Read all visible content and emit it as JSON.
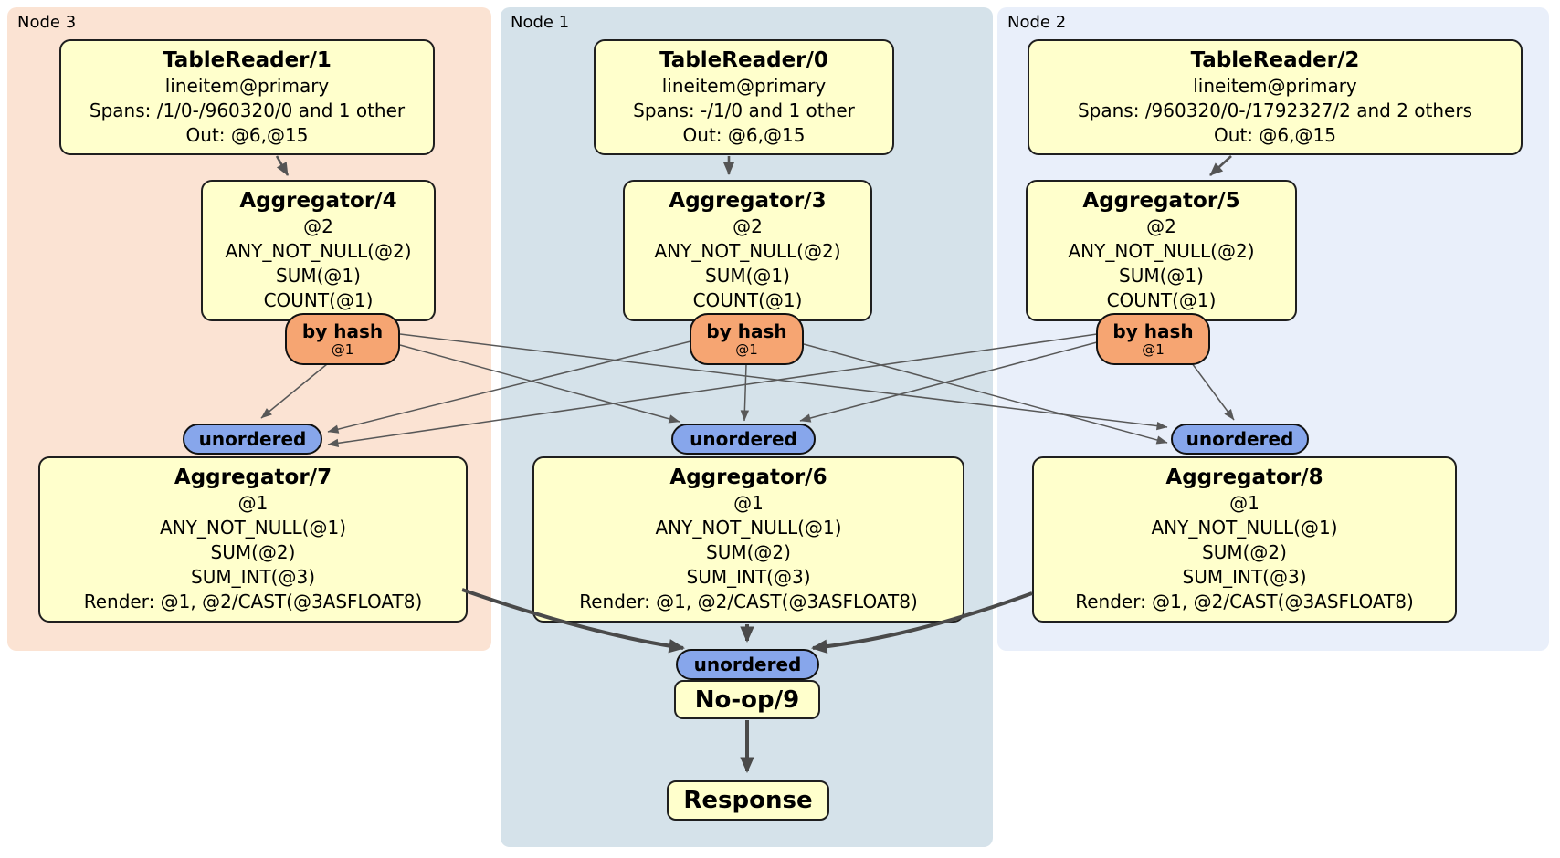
{
  "diagram": {
    "kind": "distributed-sql-plan",
    "node_groups": [
      {
        "id": "node3",
        "label": "Node 3",
        "color": "#fbe3d3"
      },
      {
        "id": "node1",
        "label": "Node 1",
        "color": "#d5e2ea"
      },
      {
        "id": "node2",
        "label": "Node 2",
        "color": "#e9effa"
      }
    ],
    "processors": {
      "tr1": {
        "title": "TableReader/1",
        "lines": [
          "lineitem@primary",
          "Spans: /1/0-/960320/0 and 1 other",
          "Out: @6,@15"
        ]
      },
      "tr0": {
        "title": "TableReader/0",
        "lines": [
          "lineitem@primary",
          "Spans: -/1/0 and 1 other",
          "Out: @6,@15"
        ]
      },
      "tr2": {
        "title": "TableReader/2",
        "lines": [
          "lineitem@primary",
          "Spans: /960320/0-/1792327/2 and 2 others",
          "Out: @6,@15"
        ]
      },
      "agg4": {
        "title": "Aggregator/4",
        "lines": [
          "@2",
          "ANY_NOT_NULL(@2)",
          "SUM(@1)",
          "COUNT(@1)"
        ]
      },
      "agg3": {
        "title": "Aggregator/3",
        "lines": [
          "@2",
          "ANY_NOT_NULL(@2)",
          "SUM(@1)",
          "COUNT(@1)"
        ]
      },
      "agg5": {
        "title": "Aggregator/5",
        "lines": [
          "@2",
          "ANY_NOT_NULL(@2)",
          "SUM(@1)",
          "COUNT(@1)"
        ]
      },
      "agg7": {
        "title": "Aggregator/7",
        "lines": [
          "@1",
          "ANY_NOT_NULL(@1)",
          "SUM(@2)",
          "SUM_INT(@3)",
          "Render: @1, @2/CAST(@3ASFLOAT8)"
        ]
      },
      "agg6": {
        "title": "Aggregator/6",
        "lines": [
          "@1",
          "ANY_NOT_NULL(@1)",
          "SUM(@2)",
          "SUM_INT(@3)",
          "Render: @1, @2/CAST(@3ASFLOAT8)"
        ]
      },
      "agg8": {
        "title": "Aggregator/8",
        "lines": [
          "@1",
          "ANY_NOT_NULL(@1)",
          "SUM(@2)",
          "SUM_INT(@3)",
          "Render: @1, @2/CAST(@3ASFLOAT8)"
        ]
      },
      "noop9": {
        "title": "No-op/9"
      },
      "response": {
        "title": "Response"
      }
    },
    "routers": {
      "bh3": {
        "label": "by hash",
        "detail": "@1"
      },
      "bh1": {
        "label": "by hash",
        "detail": "@1"
      },
      "bh2": {
        "label": "by hash",
        "detail": "@1"
      }
    },
    "streams": {
      "u7": {
        "label": "unordered"
      },
      "u6": {
        "label": "unordered"
      },
      "u8": {
        "label": "unordered"
      },
      "u9": {
        "label": "unordered"
      }
    },
    "edges": [
      {
        "from": "TableReader/1",
        "to": "Aggregator/4"
      },
      {
        "from": "TableReader/0",
        "to": "Aggregator/3"
      },
      {
        "from": "TableReader/2",
        "to": "Aggregator/5"
      },
      {
        "from": "Aggregator/4 by hash",
        "to": "unordered Aggregator/7"
      },
      {
        "from": "Aggregator/4 by hash",
        "to": "unordered Aggregator/6"
      },
      {
        "from": "Aggregator/4 by hash",
        "to": "unordered Aggregator/8"
      },
      {
        "from": "Aggregator/3 by hash",
        "to": "unordered Aggregator/7"
      },
      {
        "from": "Aggregator/3 by hash",
        "to": "unordered Aggregator/6"
      },
      {
        "from": "Aggregator/3 by hash",
        "to": "unordered Aggregator/8"
      },
      {
        "from": "Aggregator/5 by hash",
        "to": "unordered Aggregator/7"
      },
      {
        "from": "Aggregator/5 by hash",
        "to": "unordered Aggregator/6"
      },
      {
        "from": "Aggregator/5 by hash",
        "to": "unordered Aggregator/8"
      },
      {
        "from": "Aggregator/7",
        "to": "unordered No-op/9"
      },
      {
        "from": "Aggregator/6",
        "to": "unordered No-op/9"
      },
      {
        "from": "Aggregator/8",
        "to": "unordered No-op/9"
      },
      {
        "from": "No-op/9",
        "to": "Response"
      }
    ],
    "colors": {
      "processor_fill": "#ffffcc",
      "router_fill": "#f6a572",
      "stream_fill": "#87a6eb",
      "node3_fill": "#fbe3d3",
      "node1_fill": "#d5e2ea",
      "node2_fill": "#e9effa",
      "border": "#1f1f1f",
      "edge_thin": "#585858",
      "edge_thick": "#4a4a4a"
    }
  }
}
